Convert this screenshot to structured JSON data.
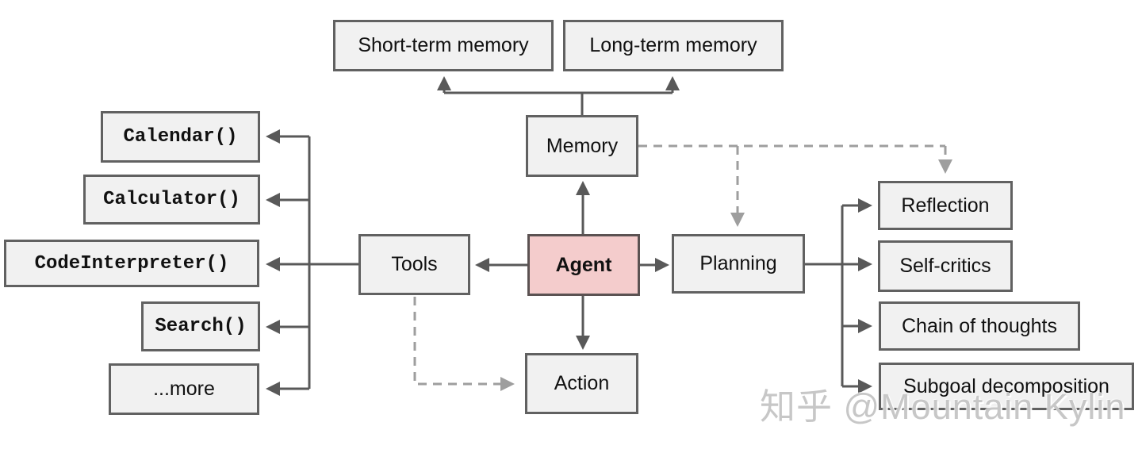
{
  "nodes": {
    "short_term_memory": {
      "label": "Short-term memory"
    },
    "long_term_memory": {
      "label": "Long-term memory"
    },
    "memory": {
      "label": "Memory"
    },
    "agent": {
      "label": "Agent"
    },
    "tools": {
      "label": "Tools"
    },
    "planning": {
      "label": "Planning"
    },
    "action": {
      "label": "Action"
    },
    "calendar": {
      "label": "Calendar()"
    },
    "calculator": {
      "label": "Calculator()"
    },
    "code_interpreter": {
      "label": "CodeInterpreter()"
    },
    "search": {
      "label": "Search()"
    },
    "more": {
      "label": "...more"
    },
    "reflection": {
      "label": "Reflection"
    },
    "self_critics": {
      "label": "Self-critics"
    },
    "chain_of_thoughts": {
      "label": "Chain of thoughts"
    },
    "subgoal_decomposition": {
      "label": "Subgoal decomposition"
    }
  },
  "watermark": {
    "text": "知乎 @Mountain Kylin"
  },
  "colors": {
    "node_fill": "#f1f1f1",
    "node_border": "#616161",
    "agent_fill": "#f4cccc",
    "agent_border": "#5b5252",
    "solid_line": "#595959",
    "dashed_line": "#9e9e9e",
    "text_color": "#111111",
    "watermark_color": "#c7c7c7",
    "bg": "#ffffff"
  }
}
